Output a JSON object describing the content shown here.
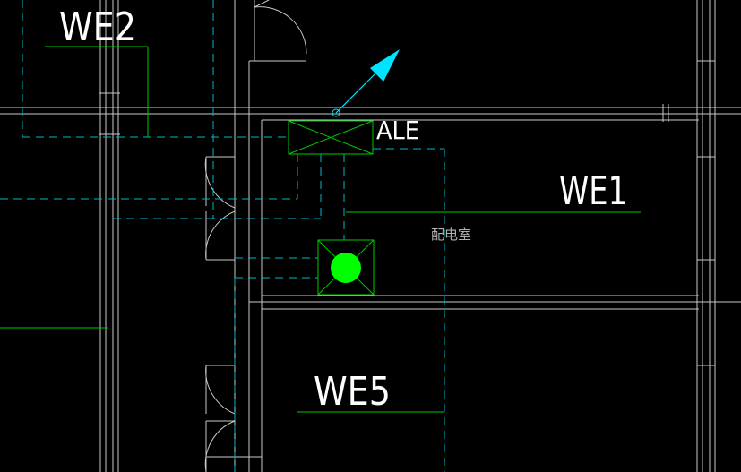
{
  "labels": {
    "we2": "WE2",
    "ale": "ALE",
    "we1": "WE1",
    "room": "配电室",
    "we5": "WE5"
  },
  "colors": {
    "background": "#000000",
    "wall": "#c8c8c8",
    "duct": "#00b8c8",
    "leader": "#00c800",
    "arrow": "#00e5ff",
    "lamp": "#00ff00"
  },
  "icons": [
    "north-arrow-icon",
    "junction-box-icon",
    "lamp-fixture-icon",
    "door-swing-icon"
  ]
}
